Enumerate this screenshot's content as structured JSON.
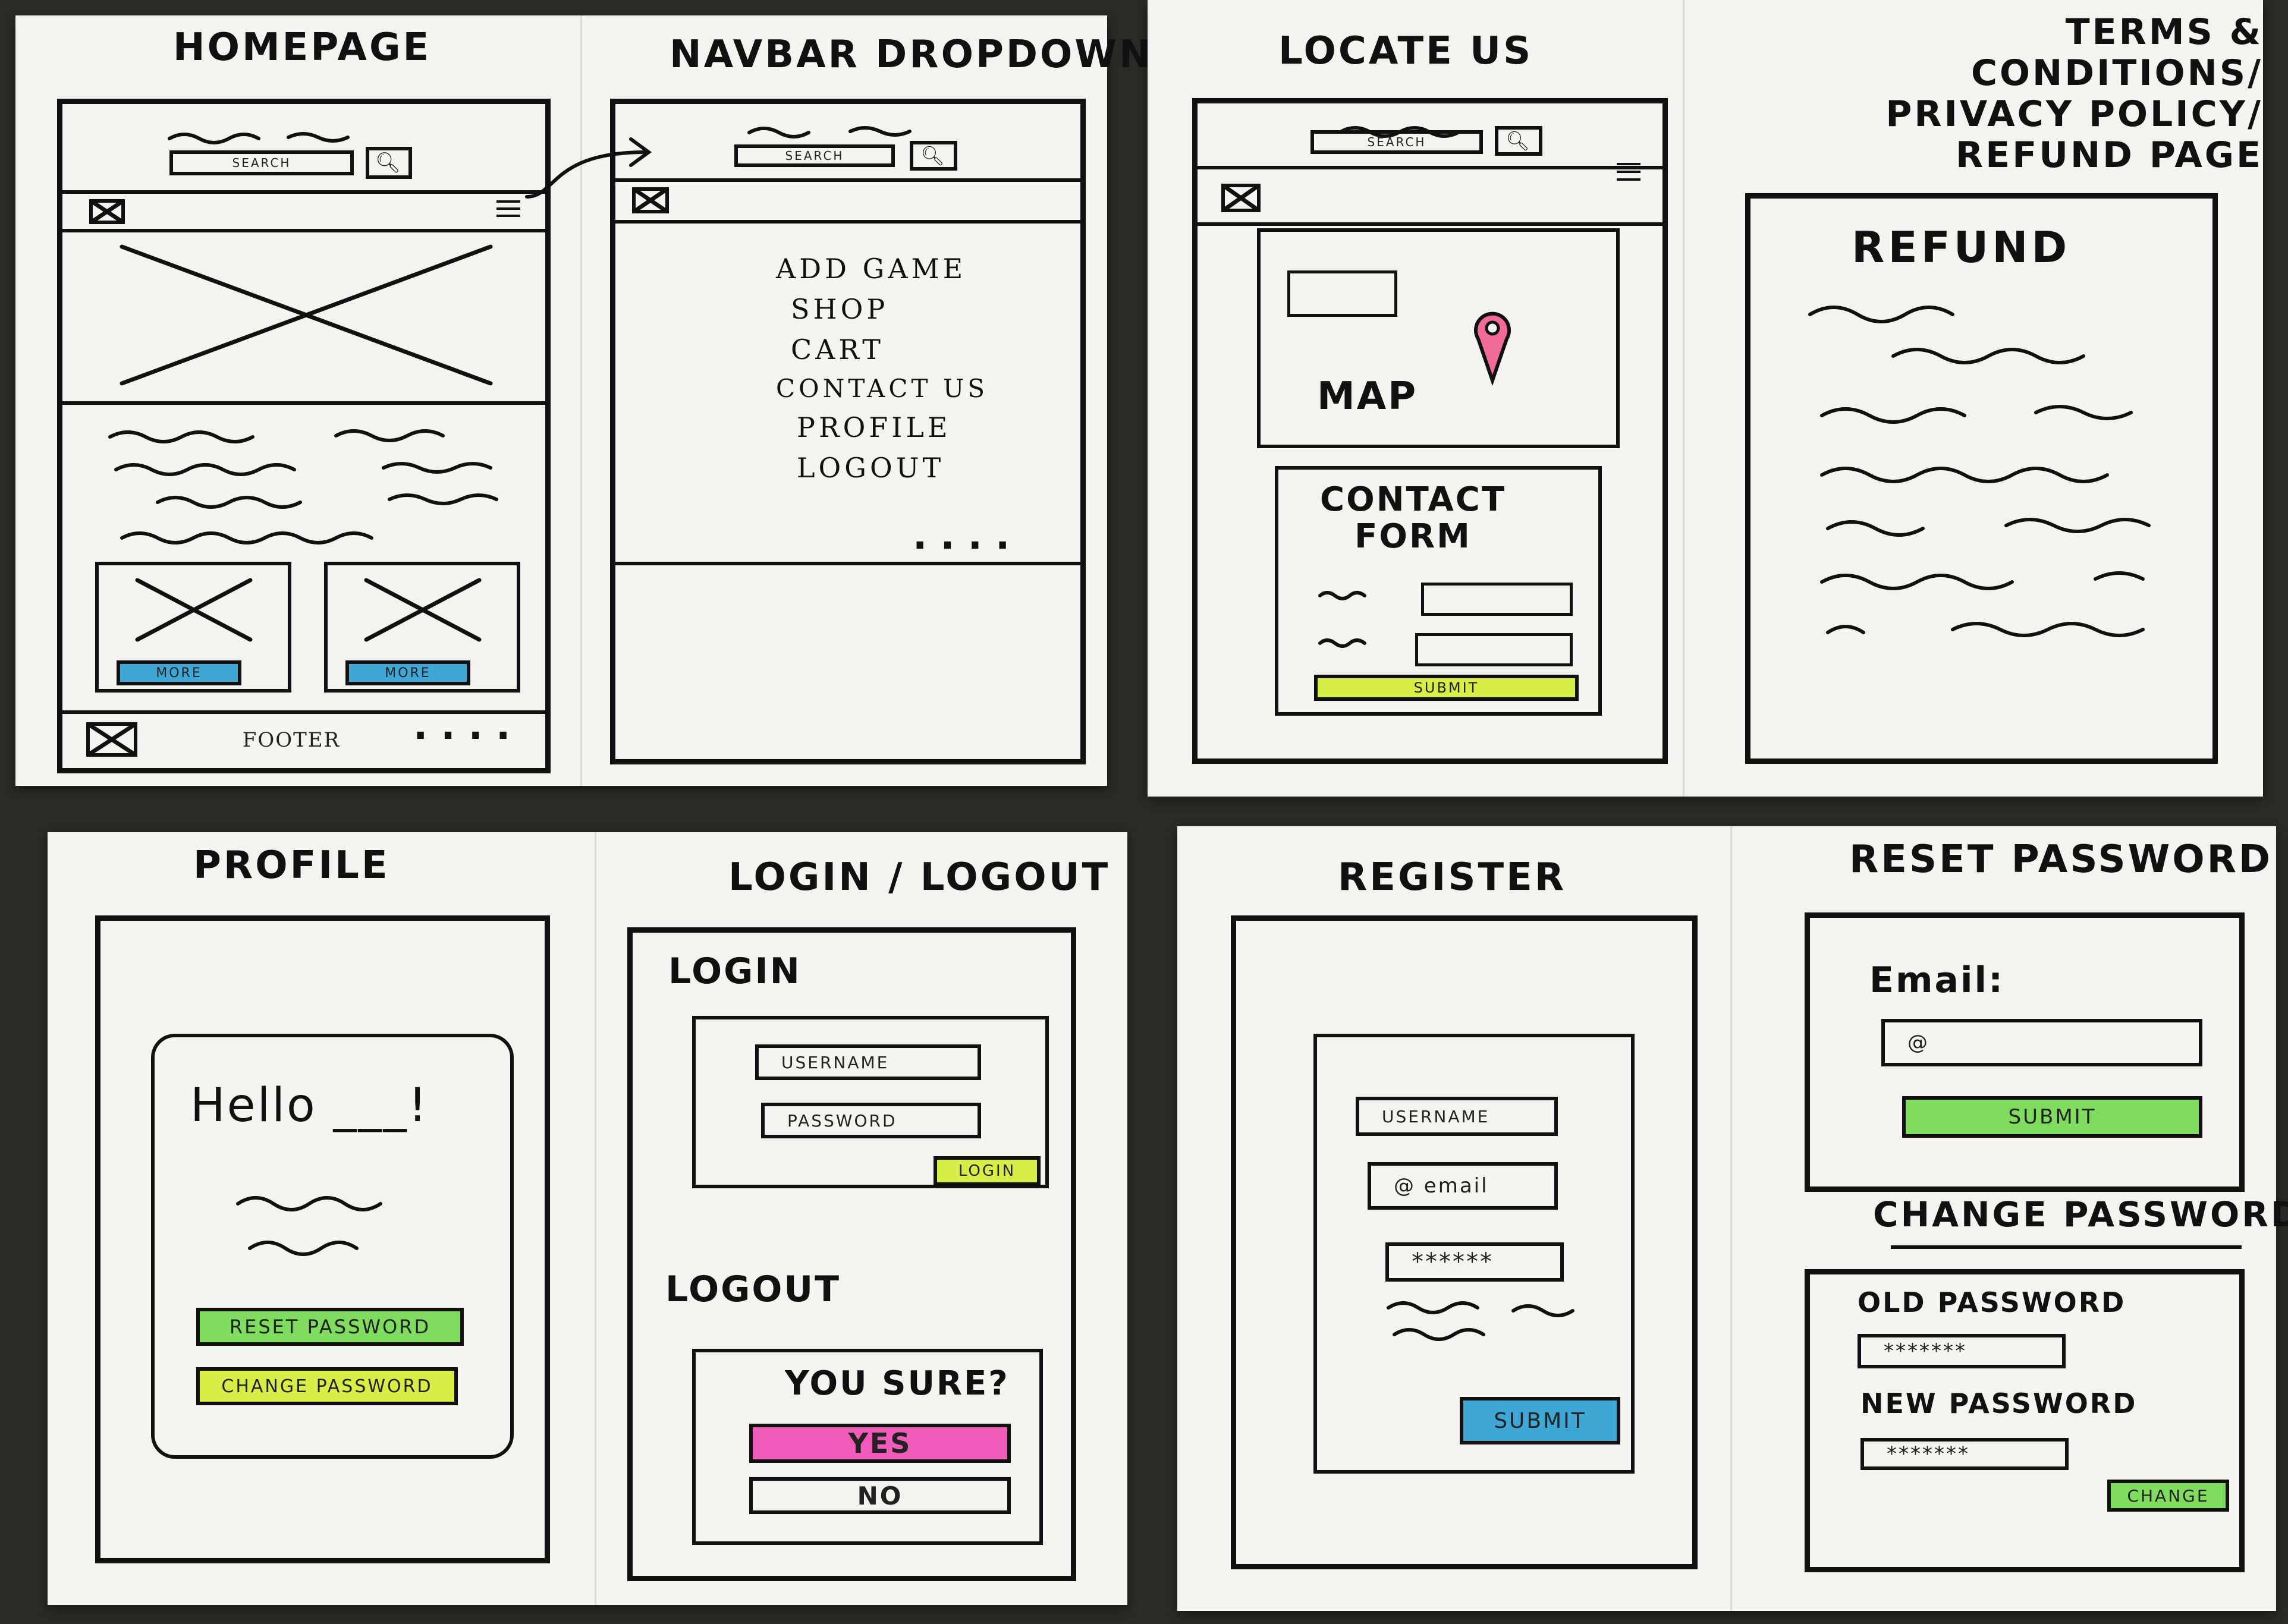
{
  "colors": {
    "blue_marker": "#3fa7d6",
    "yellow_marker": "#d6ee45",
    "green_marker": "#7fdc5e",
    "pink_marker": "#f05ab8",
    "map_pin": "#f06a9a"
  },
  "sheets": {
    "homepage": {
      "title": "HOMEPAGE",
      "search_label": "SEARCH",
      "more_label_1": "MORE",
      "more_label_2": "MORE",
      "footer_label": "FOOTER",
      "dots": "...."
    },
    "navbar_dropdown": {
      "title": "NAVBAR DROPDOWN",
      "search_label": "SEARCH",
      "menu_items": [
        "ADD GAME",
        "SHOP",
        "CART",
        "CONTACT US",
        "PROFILE",
        "LOGOUT"
      ],
      "dots": "...."
    },
    "locate_us": {
      "title": "LOCATE US",
      "search_label": "SEARCH",
      "map_label": "MAP",
      "contact_form_title": "CONTACT\nFORM",
      "submit_label": "SUBMIT"
    },
    "terms": {
      "title": "TERMS & CONDITIONS/\nPRIVACY POLICY/\nREFUND PAGE",
      "heading": "REFUND"
    },
    "profile": {
      "title": "PROFILE",
      "greeting": "Hello ___!",
      "reset_password_label": "RESET PASSWORD",
      "change_password_label": "CHANGE PASSWORD"
    },
    "login_logout": {
      "title": "LOGIN / LOGOUT",
      "login_heading": "LOGIN",
      "username_placeholder": "USERNAME",
      "password_placeholder": "PASSWORD",
      "login_button": "LOGIN",
      "logout_heading": "LOGOUT",
      "confirm_text": "YOU SURE?",
      "yes_label": "YES",
      "no_label": "NO"
    },
    "register": {
      "title": "REGISTER",
      "username_placeholder": "USERNAME",
      "email_placeholder": "@ email",
      "password_placeholder": "******",
      "submit_label": "SUBMIT"
    },
    "reset_password": {
      "title": "RESET PASSWORD",
      "email_label": "Email:",
      "email_placeholder": "@",
      "submit_label": "SUBMIT",
      "change_title": "CHANGE PASSWORD",
      "old_password_label": "OLD PASSWORD",
      "old_password_value": "*******",
      "new_password_label": "NEW PASSWORD",
      "new_password_value": "*******",
      "change_button": "CHANGE"
    }
  }
}
